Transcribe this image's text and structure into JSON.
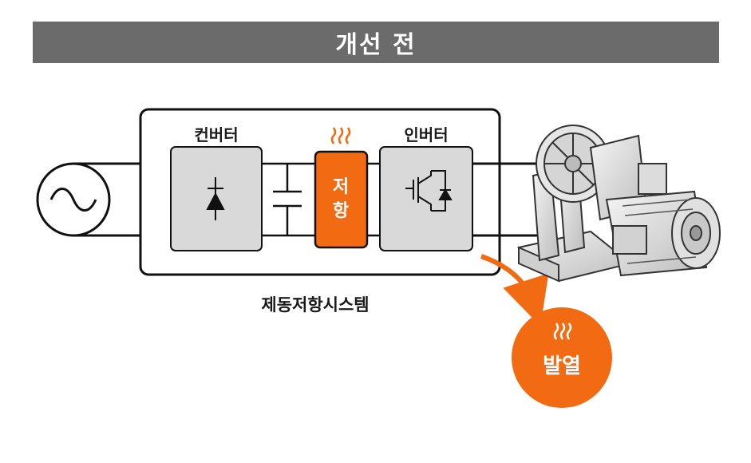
{
  "header": {
    "title": "개선 전"
  },
  "diagram": {
    "converter_label": "컨버터",
    "inverter_label": "인버터",
    "resistor_label_line1": "저",
    "resistor_label_line2": "항",
    "system_label": "제동저항시스템",
    "heat_label": "발열"
  },
  "colors": {
    "header_bg": "#6b6b6b",
    "accent_orange": "#f26a11",
    "block_fill": "#d9d9d9"
  },
  "icons": [
    "ac-source-icon",
    "diode-icon",
    "capacitor-icon",
    "igbt-icon",
    "heat-wave-icon",
    "motor-hoist-icon",
    "arrow-icon"
  ]
}
